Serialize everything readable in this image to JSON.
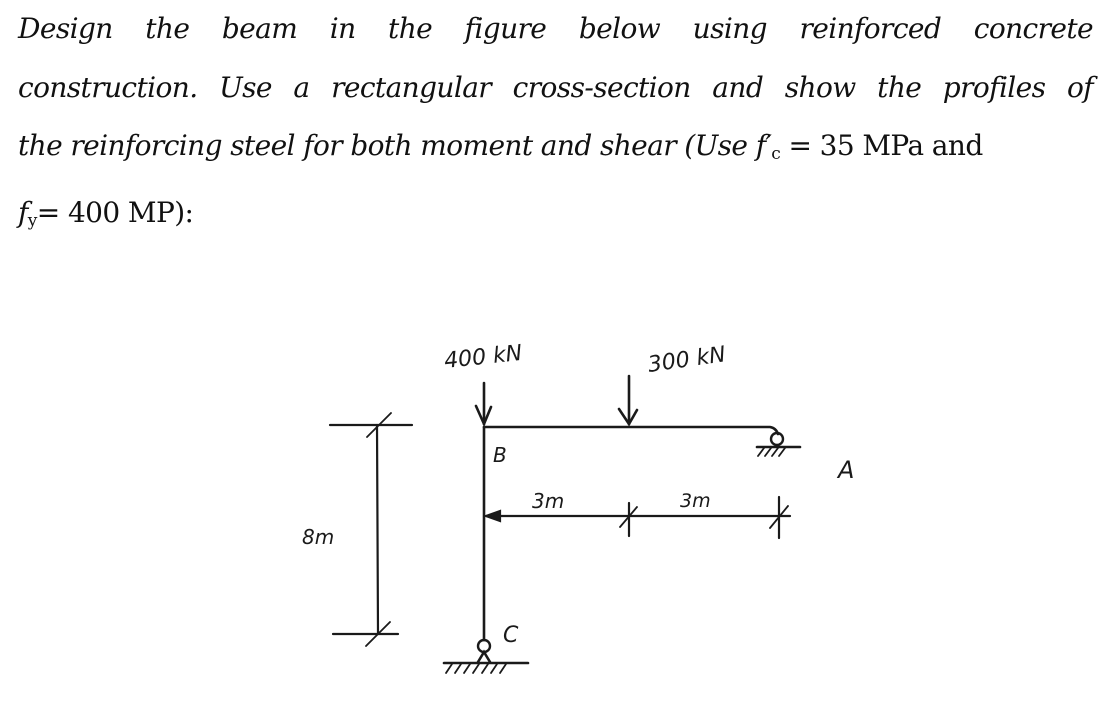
{
  "problem": {
    "lines": [
      "Design the beam in the figure below using reinforced concrete",
      "construction. Use a rectangular cross-section and show the profiles of",
      "the reinforcing steel for both moment and shear (Use",
      "= 35 MPa and"
    ],
    "fc_symbol": "f′",
    "fc_subscript": "c",
    "fc_value": "= 35 MPa and",
    "fy_symbol": "f",
    "fy_subscript": "y",
    "fy_value": "= 400 MP):"
  },
  "figure": {
    "loads": [
      {
        "label": "400 kN",
        "value": 400,
        "unit": "kN",
        "location": "B"
      },
      {
        "label": "300 kN",
        "value": 300,
        "unit": "kN",
        "location": "midspan"
      }
    ],
    "nodes": {
      "A": "A",
      "B": "B",
      "C": "C"
    },
    "dimensions": {
      "span_left": "3m",
      "span_right": "3m",
      "column_height": "8m"
    }
  }
}
